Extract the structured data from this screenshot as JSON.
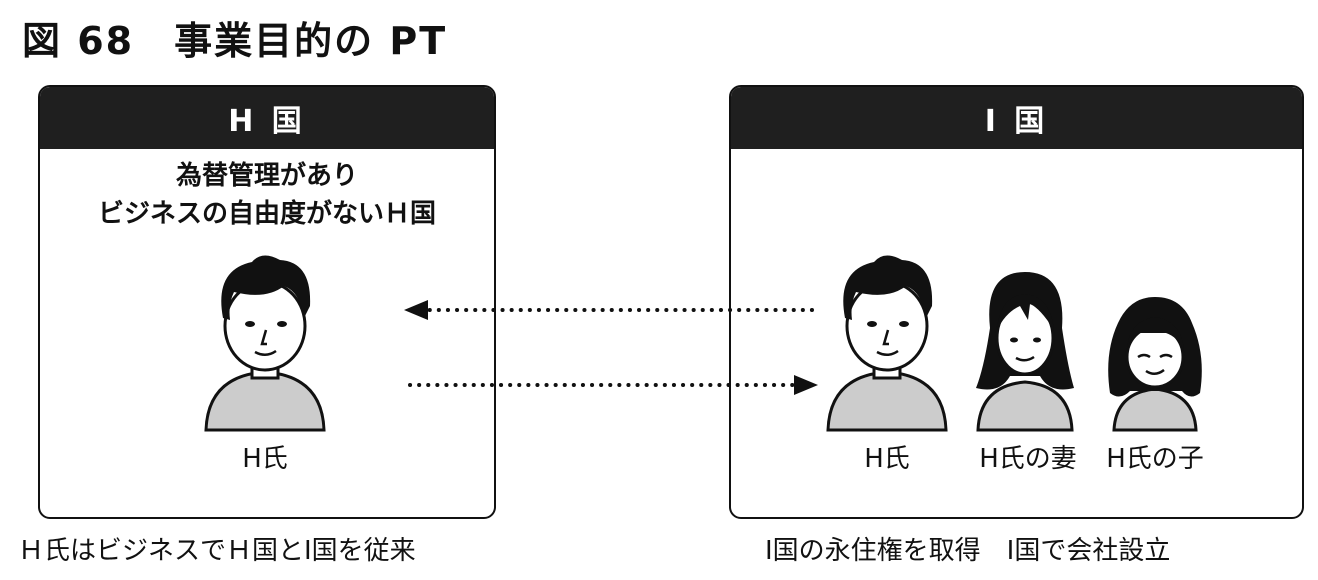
{
  "figure_title": "図 68　事業目的の PT",
  "country_h": {
    "header": "H 国",
    "note_line1": "為替管理があり",
    "note_line2": "ビジネスの自由度がないＨ国",
    "person_label": "H氏"
  },
  "country_i": {
    "header": "I 国",
    "persons": [
      {
        "label": "H氏"
      },
      {
        "label": "H氏の妻"
      },
      {
        "label": "H氏の子"
      }
    ]
  },
  "captions": {
    "left": "Ｈ氏はビジネスでＨ国とI国を従来",
    "right": "I国の永住権を取得　I国で会社設立"
  },
  "colors": {
    "header_bg": "#1f1f1f",
    "body_fill": "#cccccc",
    "line": "#111111"
  }
}
